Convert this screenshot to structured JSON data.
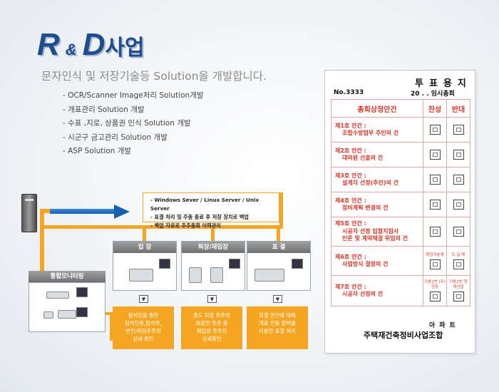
{
  "title": {
    "r": "R",
    "amp": "&",
    "d": "D",
    "suffix": "사업"
  },
  "subtitle": "문자인식 및 저장기술등 Solution을 개발합니다.",
  "bullets": [
    "- OCR/Scanner Image처리 Solution개발",
    "- 개표관리 Solution 개발",
    "- 수표 ,지로, 상품권 인식 Solution 개발",
    "- 시군구 금고관리 Solution 개발",
    "- ASP Solution 개발"
  ],
  "note_lines": [
    "-  Windows Sever / Linux Server / Unix Server",
    "- 표결 처리 및 주총 종료 후 저장 장치로 백업",
    "- 백업 자료로 주주총회 이력관리"
  ],
  "monitor": {
    "title": "통합모니터링"
  },
  "processes": [
    {
      "title": "입  장",
      "desc": [
        "참석장을 통한",
        "참석인원,참석주,",
        "본인/위임주주의",
        "상세 확인"
      ]
    },
    {
      "title": "퇴장/재입장",
      "desc": [
        "중도 퇴장 주주와",
        "퇴장한 주주 중",
        "재입장 주주의",
        "상세확인"
      ]
    },
    {
      "title": "표  결",
      "desc": [
        "의결 안건에 대해",
        "개표 전용 장비를",
        "이용한 표결 처리"
      ]
    }
  ],
  "ballot": {
    "title": "투표용지",
    "number": "No.3333",
    "date": "20  .  .  임시총회",
    "headers": [
      "총회상정안건",
      "찬성",
      "반대"
    ],
    "items": [
      {
        "label": "제1호 안건 :",
        "desc": "조합수방업무 추인의 건"
      },
      {
        "label": "제2호 안건 :",
        "desc": "대의원 선출의 건"
      },
      {
        "label": "제3호 안건 :",
        "desc": "설계자 선정(추인)의 건"
      },
      {
        "label": "제4호 안건 :",
        "desc": "정비계획 변경의 건"
      },
      {
        "label": "제5호 안건 :",
        "desc": "시공자 선정 입찰지침서",
        "desc2": "인준 및 계약체결 위임의 건"
      },
      {
        "label": "제6호 안건 :",
        "desc": "사업방식 결정의 건",
        "cand": [
          "확정지분제",
          "도 급 제"
        ]
      },
      {
        "label": "제7호 안건 :",
        "desc": "시공자 선정의 건",
        "cand": [
          "가동1번 (주)한양",
          "가동2번 현대산업"
        ]
      }
    ],
    "apt": "아파트",
    "org": "주택재건축정비사업조합"
  },
  "colors": {
    "accent": "#f4a623",
    "title_blue": "#1e4c8c",
    "ballot_red": "#d8362a",
    "arrow_blue": "#1560b0"
  }
}
